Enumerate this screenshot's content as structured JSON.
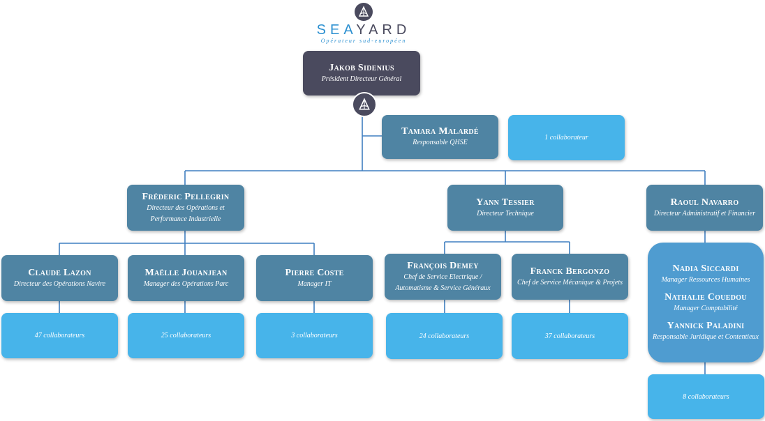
{
  "logo": {
    "name_part1": "SEA",
    "name_part2": "YARD",
    "tagline": "Opérateur sud-européen",
    "icon": "sextant-icon"
  },
  "ceo": {
    "name": "Jakob Sidenius",
    "title": "Président Directeur Général"
  },
  "qhse": {
    "name": "Tamara Malardé",
    "title": "Responsable QHSE",
    "count": "1 collaborateur"
  },
  "directors": [
    {
      "name": "Fréderic Pellegrin",
      "title": "Directeur des Opérations et Performance Industrielle",
      "managers": [
        {
          "name": "Claude Lazon",
          "title": "Directeur des Opérations Navire",
          "count": "47 collaborateurs"
        },
        {
          "name": "Maëlle Jouanjean",
          "title": "Manager des Opérations Parc",
          "count": "25 collaborateurs"
        },
        {
          "name": "Pierre Coste",
          "title": "Manager  IT",
          "count": "3 collaborateurs"
        }
      ]
    },
    {
      "name": "Yann Tessier",
      "title": "Directeur Technique",
      "managers": [
        {
          "name": "François Demey",
          "title": "Chef de Service Electrique / Automatisme & Service Généraux",
          "count": "24 collaborateurs"
        },
        {
          "name": "Franck Bergonzo",
          "title": "Chef de Service Mécanique & Projets",
          "count": "37 collaborateurs"
        }
      ]
    },
    {
      "name": "Raoul Navarro",
      "title": "Directeur Administratif et Financier",
      "group": [
        {
          "name": "Nadia Siccardi",
          "title": "Manager Ressources Humaines"
        },
        {
          "name": "Nathalie Couedou",
          "title": "Manager Comptabilité"
        },
        {
          "name": "Yannick Paladini",
          "title": "Responsable Juridique et Contentieux"
        }
      ],
      "count": "8 collaborateurs"
    }
  ],
  "colors": {
    "dark_box": "#4a4a5e",
    "mid_box": "#4f84a3",
    "light_box": "#47b4ea",
    "connector": "#3f7fc0"
  }
}
